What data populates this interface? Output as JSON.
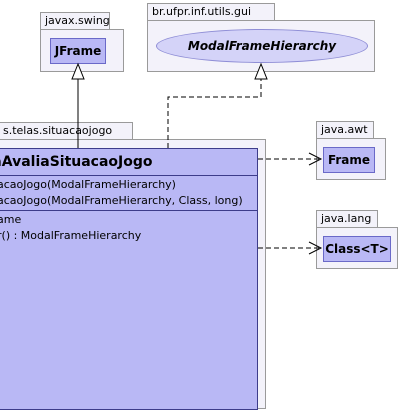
{
  "packages": {
    "javax_swing": {
      "name": "javax.swing",
      "class": "JFrame"
    },
    "utils_gui": {
      "name": "br.ufpr.inf.utils.gui",
      "interface": "ModalFrameHierarchy"
    },
    "telas": {
      "name": "s.telas.situacaojogo"
    },
    "java_awt": {
      "name": "java.awt",
      "class": "Frame"
    },
    "java_lang": {
      "name": "java.lang",
      "class": "Class<T>"
    }
  },
  "main_class": {
    "name": "elaAvaliaSituacaoJogo",
    "constructors": [
      "acaoJogo(ModalFrameHierarchy)",
      "acaoJogo(ModalFrameHierarchy, Class, long)"
    ],
    "members": [
      "ame",
      "r() : ModalFrameHierarchy"
    ]
  },
  "colors": {
    "class_fill": "#b9b8f5",
    "interface_fill": "#d4d3f8",
    "package_fill": "#f3f2fa",
    "package_border": "#9a9a9a"
  }
}
